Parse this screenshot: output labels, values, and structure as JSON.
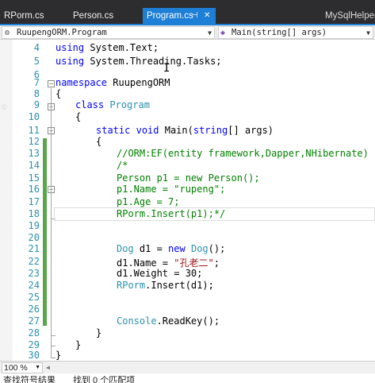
{
  "tabs": [
    {
      "label": "RPorm.cs"
    },
    {
      "label": "Person.cs"
    },
    {
      "label": "Program.cs",
      "active": true
    },
    {
      "label": "MySqlHelper"
    }
  ],
  "tab_icons": {
    "pin": "pin-icon",
    "close": "close-icon"
  },
  "nav": {
    "left": {
      "icon": "class-icon",
      "text": "RuupengORM.Program"
    },
    "right": {
      "icon": "method-icon",
      "text": "Main(string[] args)"
    }
  },
  "line_numbers": [
    "4",
    "5",
    "6",
    "7",
    "8",
    "9",
    "10",
    "11",
    "12",
    "13",
    "14",
    "15",
    "16",
    "17",
    "18",
    "19",
    "20",
    "21",
    "22",
    "23",
    "24",
    "25",
    "26",
    "27",
    "28",
    "29",
    "30"
  ],
  "code": {
    "l4": [
      "using",
      " System.Text;"
    ],
    "l5": [
      "using",
      " System.Threading.Tasks;"
    ],
    "l7": [
      "namespace",
      " RuupengORM"
    ],
    "l8": "{",
    "l9": [
      "class",
      " ",
      "Program"
    ],
    "l10": "{",
    "l11": [
      "static",
      " ",
      "void",
      " Main(",
      "string",
      "[] args)"
    ],
    "l12": "{",
    "l13": "//ORM:EF(entity framework,Dapper,NHibernate)",
    "l14": "/*",
    "l15": "Person p1 = new Person();",
    "l16": "p1.Name = \"rupeng\";",
    "l17": "p1.Age = 7;",
    "l18": "RPorm.Insert(p1);*/",
    "l22": [
      "Dog",
      " d1 = ",
      "new",
      " ",
      "Dog",
      "();"
    ],
    "l23": [
      "d1.Name = ",
      "\"孔老二\"",
      ";"
    ],
    "l24": "d1.Weight = 30;",
    "l25": [
      "RPorm",
      ".Insert(d1);"
    ],
    "l28": [
      "Console",
      ".ReadKey();"
    ],
    "l29": "}",
    "l30": "}",
    "l31": "}"
  },
  "status": {
    "zoom": "100 %"
  },
  "findbar": {
    "text": "查找符号结果　　找到 0 个匹配项"
  },
  "colors": {
    "keyword": "#0000ff",
    "type": "#2b91af",
    "comment": "#008000",
    "string": "#a31515",
    "accent": "#1e7fd6"
  }
}
